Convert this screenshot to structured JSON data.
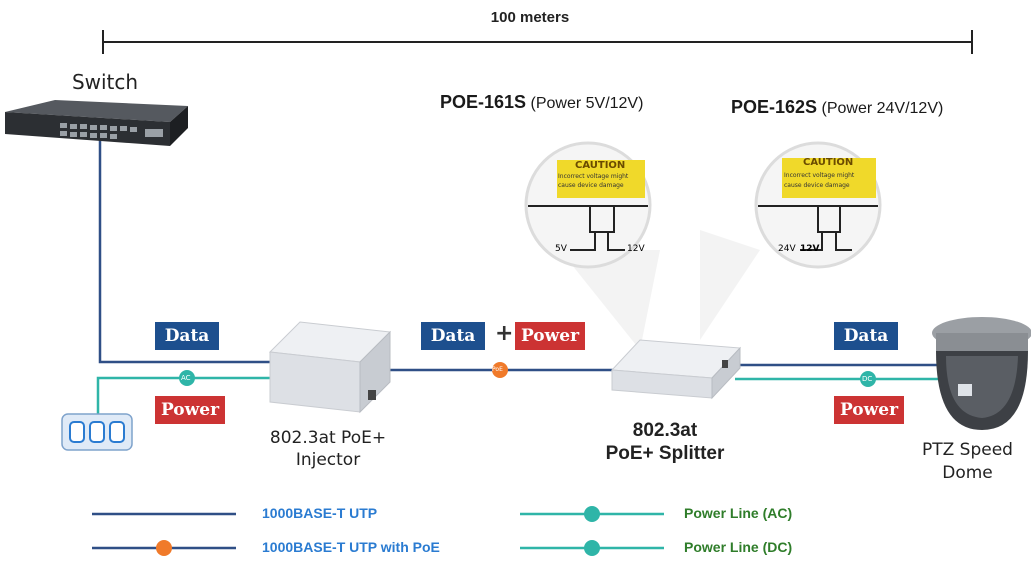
{
  "distance": {
    "label": "100 meters"
  },
  "devices": {
    "switch": "Switch",
    "injector_line1": "802.3at PoE+",
    "injector_line2": "Injector",
    "splitter_line1": "802.3at",
    "splitter_line2": "PoE+ Splitter",
    "camera_line1": "PTZ Speed",
    "camera_line2": "Dome"
  },
  "callouts": {
    "poe161_model": "POE-161S",
    "poe161_power": " (Power 5V/12V)",
    "poe162_model": "POE-162S",
    "poe162_power": " (Power 24V/12V)",
    "caution": "CAUTION",
    "caution_text1": "Incorrect voltage might",
    "caution_text2": "cause device damage",
    "v5": "5V",
    "v12": "12V",
    "v24": "24V"
  },
  "tags": {
    "data_left": "Data",
    "power_left": "Power",
    "data_mid": "Data",
    "plus": "+",
    "power_mid": "Power",
    "data_right": "Data",
    "power_right": "Power"
  },
  "badges": {
    "ac": "AC",
    "poe": "PoE",
    "dc": "DC"
  },
  "legend": {
    "utp": "1000BASE-T UTP",
    "utp_poe": "1000BASE-T UTP with PoE",
    "ac": "Power Line (AC)",
    "dc": "Power Line (DC)"
  },
  "colors": {
    "data_line": "#2f4f86",
    "power_line": "#2fb5a8",
    "data_tag": "#1d4f8e",
    "power_tag": "#cc3333",
    "poe_badge": "#f07a2a",
    "legend_blue_text": "#2a7bd1",
    "legend_green_text": "#2f7d2a"
  }
}
